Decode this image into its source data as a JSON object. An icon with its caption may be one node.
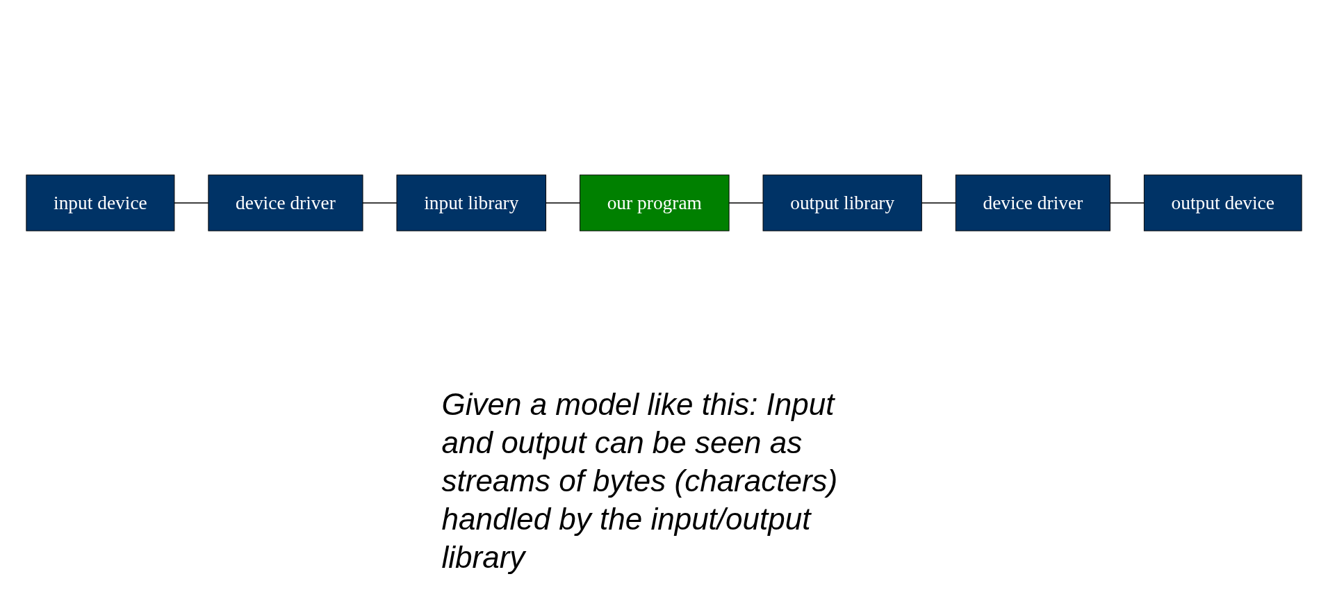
{
  "diagram": {
    "nodes": [
      {
        "text": [
          "input device"
        ]
      },
      {
        "text": [
          "device driver"
        ]
      },
      {
        "text": [
          "input library"
        ]
      },
      {
        "text": [
          "our program"
        ]
      },
      {
        "text": [
          "output library"
        ]
      },
      {
        "text": [
          "device driver"
        ]
      },
      {
        "text": [
          "output device"
        ]
      }
    ],
    "edges": [
      {
        "from": 0,
        "to": 1,
        "arrow": "none"
      },
      {
        "from": 1,
        "to": 2,
        "arrow": "none"
      },
      {
        "from": 2,
        "to": 3,
        "arrow": "none"
      },
      {
        "from": 3,
        "to": 4,
        "arrow": "none"
      },
      {
        "from": 4,
        "to": 5,
        "arrow": "none"
      },
      {
        "from": 5,
        "to": 6,
        "arrow": "none"
      }
    ],
    "labels": [
      "Given a model like this: Input and output can be seen as streams of bytes (characters) handled by the input/output library"
    ]
  }
}
